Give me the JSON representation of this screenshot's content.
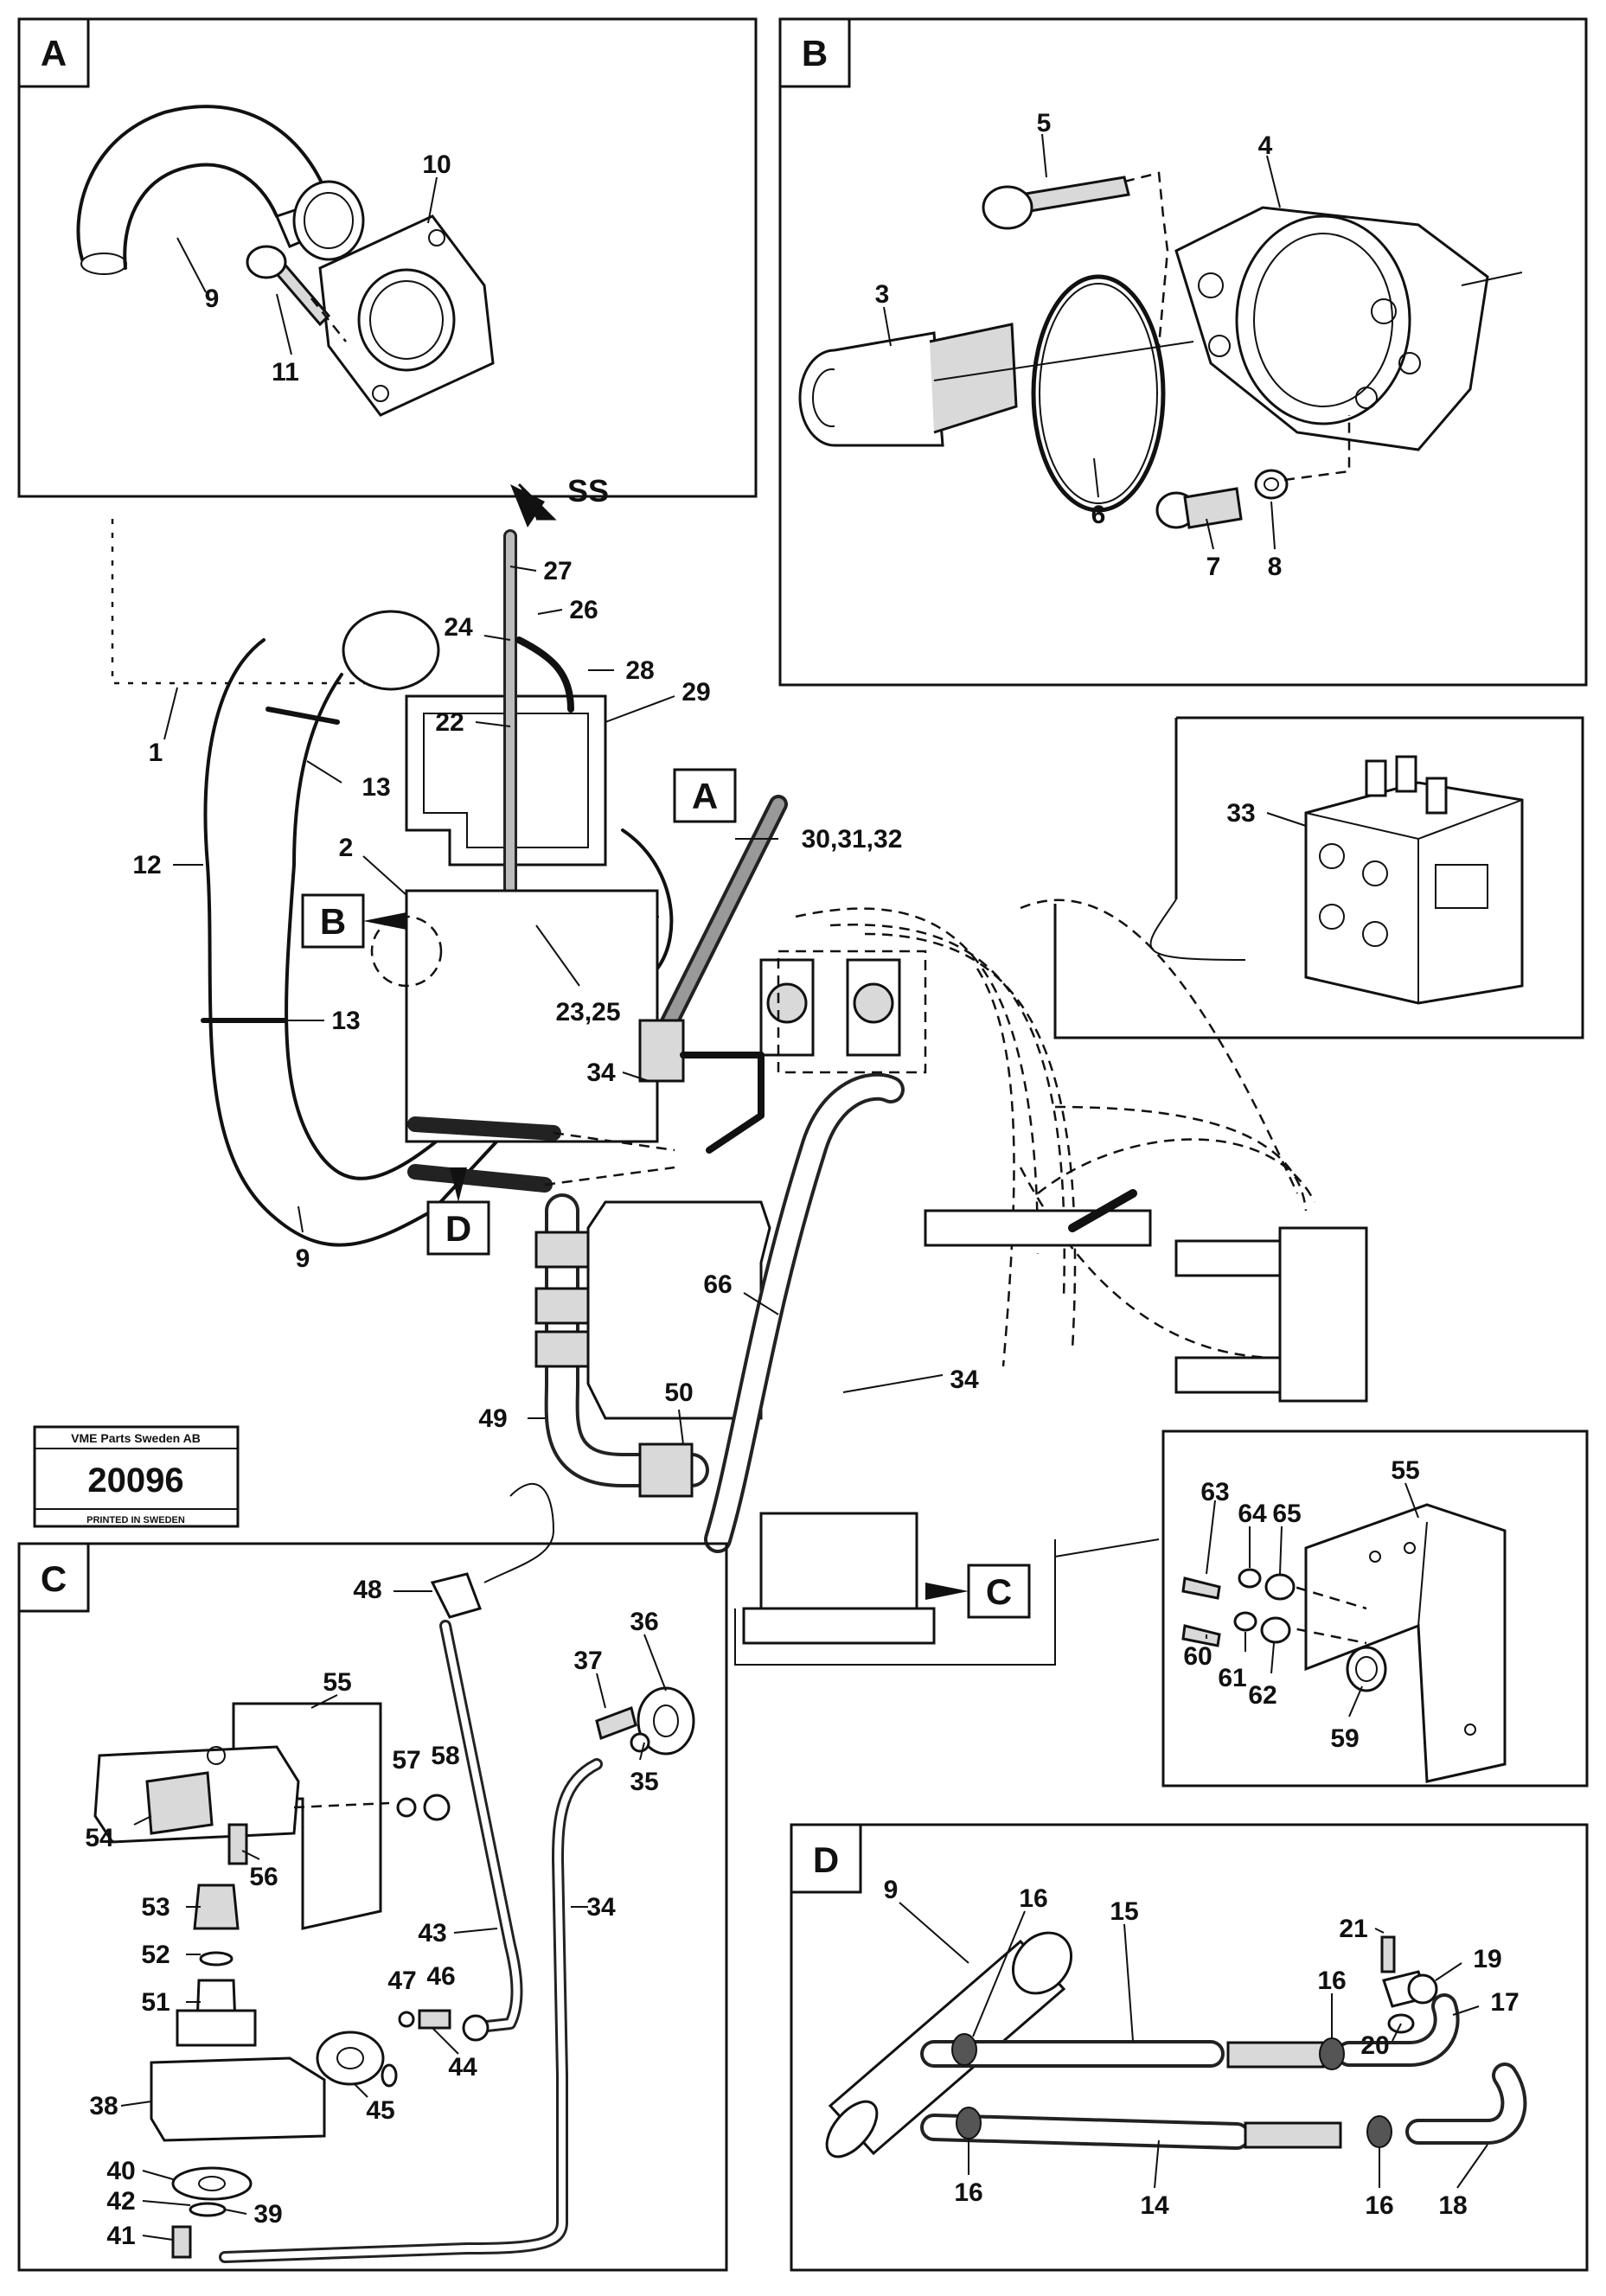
{
  "panels": {
    "A": {
      "label": "A",
      "callouts": [
        "10",
        "9",
        "11"
      ]
    },
    "B": {
      "label": "B",
      "callouts": [
        "5",
        "4",
        "3",
        "6",
        "7",
        "8"
      ]
    },
    "C": {
      "label": "C",
      "callouts": [
        "48",
        "36",
        "37",
        "35",
        "55",
        "57",
        "58",
        "54",
        "56",
        "53",
        "52",
        "51",
        "43",
        "47",
        "46",
        "44",
        "45",
        "38",
        "40",
        "42",
        "41",
        "39",
        "34"
      ]
    },
    "D": {
      "label": "D",
      "callouts": [
        "9",
        "21",
        "19",
        "16",
        "15",
        "16",
        "20",
        "17",
        "16",
        "14",
        "16",
        "18"
      ]
    },
    "detail_33": {
      "callouts": [
        "33"
      ]
    },
    "detail_55": {
      "callouts": [
        "63",
        "64",
        "65",
        "55",
        "60",
        "61",
        "62",
        "59"
      ]
    }
  },
  "main": {
    "callouts": [
      "SS",
      "27",
      "26",
      "24",
      "28",
      "22",
      "29",
      "1",
      "13",
      "12",
      "2",
      "30,31,32",
      "23,25",
      "13",
      "34",
      "9",
      "66",
      "34",
      "50",
      "49"
    ],
    "ref_boxes": [
      "A",
      "B",
      "C",
      "D"
    ]
  },
  "stamp": {
    "company": "VME Parts Sweden AB",
    "number": "20096",
    "printed": "PRINTED IN SWEDEN"
  }
}
